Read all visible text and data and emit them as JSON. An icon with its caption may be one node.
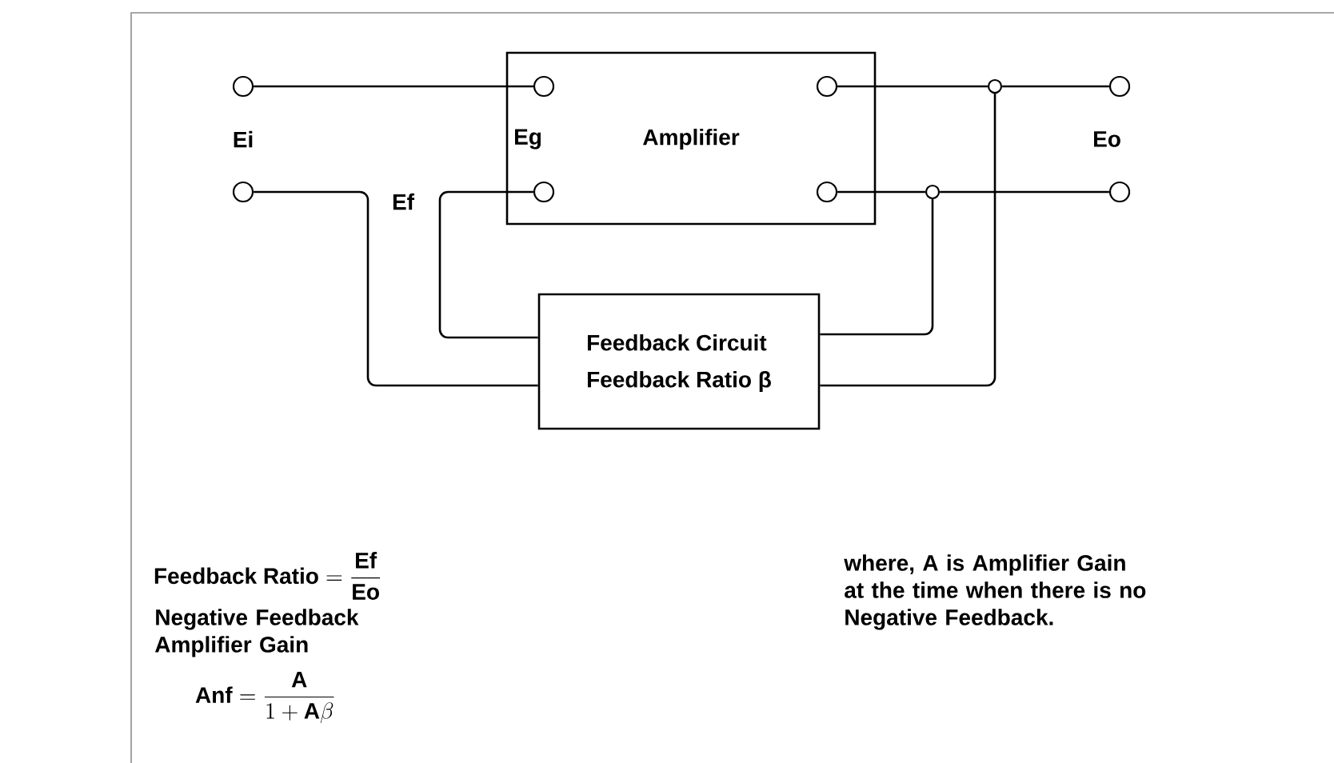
{
  "diagram": {
    "nodes": [
      {
        "text": [
          "Amplifier"
        ]
      },
      {
        "text": [
          "Feedback Circuit",
          "Feedback Ratio β"
        ]
      },
      {
        "text": [],
        "shape": "circle"
      },
      {
        "text": [],
        "shape": "circle"
      },
      {
        "text": [],
        "shape": "circle",
        "in": 0
      },
      {
        "text": [],
        "shape": "circle",
        "in": 0
      },
      {
        "text": [],
        "shape": "circle",
        "in": 0
      },
      {
        "text": [],
        "shape": "circle",
        "in": 0
      },
      {
        "text": [],
        "shape": "circle"
      },
      {
        "text": [],
        "shape": "circle"
      },
      {
        "text": [],
        "shape": "circle"
      },
      {
        "text": [],
        "shape": "circle"
      }
    ],
    "edges": [
      {
        "from": 2,
        "to": 4,
        "arrow": "none"
      },
      {
        "from": 3,
        "to": 1,
        "arrow": "none"
      },
      {
        "from": 5,
        "to": 1,
        "arrow": "none"
      },
      {
        "from": 6,
        "to": 8,
        "arrow": "none"
      },
      {
        "from": 8,
        "to": 10,
        "arrow": "none"
      },
      {
        "from": 7,
        "to": 9,
        "arrow": "none"
      },
      {
        "from": 9,
        "to": 11,
        "arrow": "none"
      },
      {
        "from": 9,
        "to": 1,
        "arrow": "none"
      },
      {
        "from": 8,
        "to": 1,
        "arrow": "none"
      }
    ],
    "labels": [
      "Ei",
      "Eg",
      "Ef",
      "Eo",
      "\\text{Feedback Ratio} = \\frac{\\text{Ef}}{\\text{Eo}}",
      "Negative Feedback Amplifier Gain",
      "\\text{Anf} = \\frac{\\text{A}}{1+\\text{A}\\beta}",
      "where, A is Amplifier Gain at the time when there is no Negative Feedback."
    ]
  }
}
